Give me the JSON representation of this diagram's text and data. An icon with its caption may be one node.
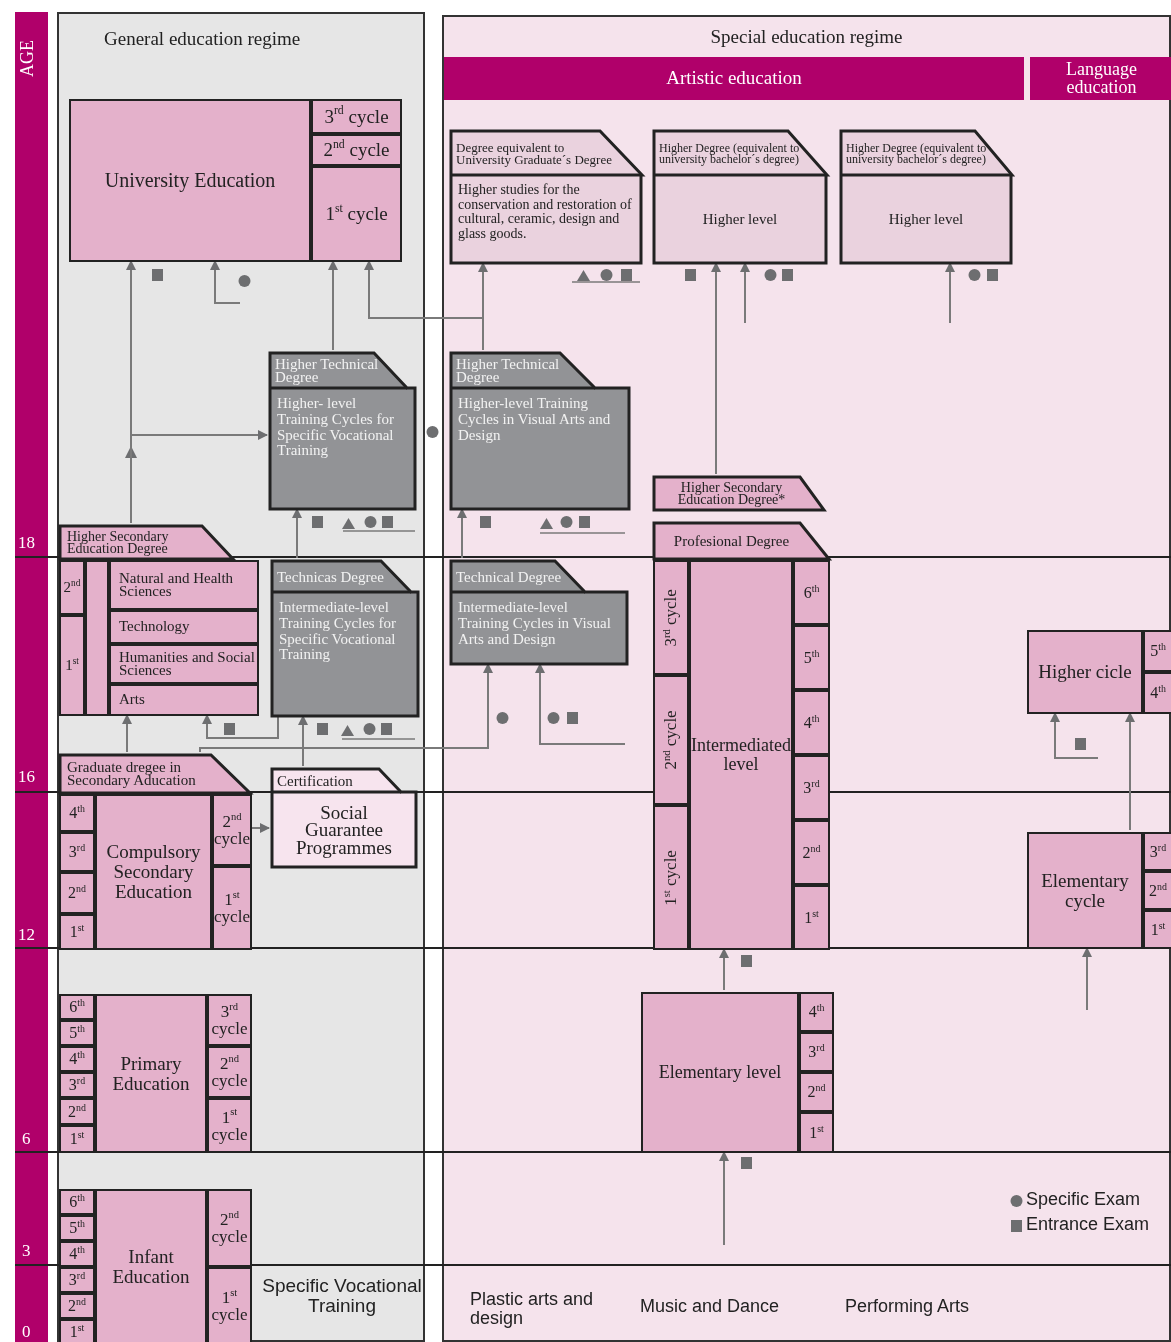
{
  "diagram": {
    "nodes": [
      {
        "text": [
          "General education regime"
        ]
      },
      {
        "text": [
          "Special education regime"
        ]
      },
      {
        "text": [
          "Artistic education"
        ],
        "in": 1
      },
      {
        "text": [
          "Language education"
        ],
        "in": 1
      },
      {
        "text": [
          "University Education"
        ],
        "in": 0
      },
      {
        "text": [
          "3$^{rd}$ cycle"
        ],
        "in": 0
      },
      {
        "text": [
          "2$^{nd}$ cycle"
        ],
        "in": 0
      },
      {
        "text": [
          "1$^{st}$ cycle"
        ],
        "in": 0
      },
      {
        "text": [
          "Higher Technical Degree",
          "Higher- level Training Cycles for Specific Vocational Training"
        ],
        "in": 0
      },
      {
        "text": [
          "Higher Secondary Education Degree"
        ],
        "in": 0
      },
      {
        "text": [
          "2$^{nd}$"
        ],
        "in": 0
      },
      {
        "text": [
          "1$^{st}$"
        ],
        "in": 0
      },
      {
        "text": [],
        "shape": "box",
        "in": 0
      },
      {
        "text": [
          "Natural and Health Sciences"
        ],
        "in": 0
      },
      {
        "text": [
          "Technology"
        ],
        "in": 0
      },
      {
        "text": [
          "Humanities and Social Sciences"
        ],
        "in": 0
      },
      {
        "text": [
          "Arts"
        ],
        "in": 0
      },
      {
        "text": [
          "Technicas Degree",
          "Intermediate-level Training Cycles for Specific Vocational Training"
        ],
        "in": 0
      },
      {
        "text": [
          "Graduate dregee in Secondary Aducation"
        ],
        "in": 0
      },
      {
        "text": [
          "Certification",
          "Social Guarantee Programmes"
        ],
        "in": 0
      },
      {
        "text": [
          "4$^{th}$"
        ],
        "in": 0
      },
      {
        "text": [
          "3$^{rd}$"
        ],
        "in": 0
      },
      {
        "text": [
          "2$^{nd}$"
        ],
        "in": 0
      },
      {
        "text": [
          "1$^{st}$"
        ],
        "in": 0
      },
      {
        "text": [
          "Compulsory Secondary Education"
        ],
        "in": 0
      },
      {
        "text": [
          "2$^{nd}$ cycle"
        ],
        "in": 0
      },
      {
        "text": [
          "1$^{st}$ cycle"
        ],
        "in": 0
      },
      {
        "text": [
          "6$^{th}$"
        ],
        "in": 0
      },
      {
        "text": [
          "5$^{th}$"
        ],
        "in": 0
      },
      {
        "text": [
          "4$^{th}$"
        ],
        "in": 0
      },
      {
        "text": [
          "3$^{rd}$"
        ],
        "in": 0
      },
      {
        "text": [
          "2$^{nd}$"
        ],
        "in": 0
      },
      {
        "text": [
          "1$^{st}$"
        ],
        "in": 0
      },
      {
        "text": [
          "Primary Education"
        ],
        "in": 0
      },
      {
        "text": [
          "3$^{rd}$ cycle"
        ],
        "in": 0
      },
      {
        "text": [
          "2$^{nd}$ cycle"
        ],
        "in": 0
      },
      {
        "text": [
          "1$^{st}$ cycle"
        ],
        "in": 0
      },
      {
        "text": [
          "6$^{th}$"
        ],
        "in": 0
      },
      {
        "text": [
          "5$^{th}$"
        ],
        "in": 0
      },
      {
        "text": [
          "4$^{th}$"
        ],
        "in": 0
      },
      {
        "text": [
          "3$^{rd}$"
        ],
        "in": 0
      },
      {
        "text": [
          "2$^{nd}$"
        ],
        "in": 0
      },
      {
        "text": [
          "1$^{st}$"
        ],
        "in": 0
      },
      {
        "text": [
          "Infant Education"
        ],
        "in": 0
      },
      {
        "text": [
          "2$^{nd}$ cycle"
        ],
        "in": 0
      },
      {
        "text": [
          "1$^{st}$ cycle"
        ],
        "in": 0
      },
      {
        "text": [
          "Degree equivalent to University Graduate´s Degree",
          "Higher studies for the conservation and restoration of cultural, ceramic, design and glass goods."
        ],
        "in": 1
      },
      {
        "text": [
          "Higher Degree (equivalent to university bachelor´s degree)",
          "Higher level"
        ],
        "in": 1
      },
      {
        "text": [
          "Higher Degree (equivalent to university bachelor´s degree)",
          "Higher level"
        ],
        "in": 1
      },
      {
        "text": [
          "Higher Technical Degree",
          "Higher-level Training Cycles in Visual Arts and Design"
        ],
        "in": 1
      },
      {
        "text": [
          "Technical Degree",
          "Intermediate-level Training Cycles in Visual Arts and Design"
        ],
        "in": 1
      },
      {
        "text": [
          "Higher Secondary Education Degree*"
        ],
        "in": 1
      },
      {
        "text": [
          "Profesional Degree"
        ],
        "in": 1
      },
      {
        "text": [
          "3$^{rd}$ cycle"
        ],
        "in": 1
      },
      {
        "text": [
          "2$^{nd}$ cycle"
        ],
        "in": 1
      },
      {
        "text": [
          "1$^{st}$ cycle"
        ],
        "in": 1
      },
      {
        "text": [
          "Intermediated level"
        ],
        "in": 1
      },
      {
        "text": [
          "6$^{th}$"
        ],
        "in": 1
      },
      {
        "text": [
          "5$^{th}$"
        ],
        "in": 1
      },
      {
        "text": [
          "4$^{th}$"
        ],
        "in": 1
      },
      {
        "text": [
          "3$^{rd}$"
        ],
        "in": 1
      },
      {
        "text": [
          "2$^{nd}$"
        ],
        "in": 1
      },
      {
        "text": [
          "1$^{st}$"
        ],
        "in": 1
      },
      {
        "text": [
          "Elementary level"
        ],
        "in": 1
      },
      {
        "text": [
          "4$^{th}$"
        ],
        "in": 1
      },
      {
        "text": [
          "3$^{rd}$"
        ],
        "in": 1
      },
      {
        "text": [
          "2$^{nd}$"
        ],
        "in": 1
      },
      {
        "text": [
          "1$^{st}$"
        ],
        "in": 1
      },
      {
        "text": [
          "Higher cicle"
        ],
        "in": 1
      },
      {
        "text": [
          "5$^{th}$"
        ],
        "in": 1
      },
      {
        "text": [
          "4$^{th}$"
        ],
        "in": 1
      },
      {
        "text": [
          "Elementary cycle"
        ],
        "in": 1
      },
      {
        "text": [
          "3$^{rd}$"
        ],
        "in": 1
      },
      {
        "text": [
          "2$^{nd}$"
        ],
        "in": 1
      },
      {
        "text": [
          "1$^{st}$"
        ],
        "in": 1
      }
    ],
    "edges": [
      {
        "from": 9,
        "to": 4,
        "arrow": "to"
      },
      {
        "from": 9,
        "to": 8,
        "arrow": "to"
      },
      {
        "from": null,
        "to": 4,
        "arrow": "to"
      },
      {
        "from": 8,
        "to": 7,
        "arrow": "to"
      },
      {
        "from": 49,
        "to": 46,
        "arrow": "to"
      },
      {
        "from": 49,
        "to": 7,
        "arrow": "to"
      },
      {
        "from": 51,
        "to": 47,
        "arrow": "to"
      },
      {
        "from": null,
        "to": 47,
        "arrow": "to"
      },
      {
        "from": null,
        "to": 48,
        "arrow": "to"
      },
      {
        "from": 17,
        "to": 8,
        "arrow": "to"
      },
      {
        "from": 50,
        "to": 49,
        "arrow": "to"
      },
      {
        "from": 19,
        "to": 17,
        "arrow": "to"
      },
      {
        "from": 17,
        "to": 16,
        "arrow": "to"
      },
      {
        "from": 18,
        "to": 16,
        "arrow": "to"
      },
      {
        "from": 18,
        "to": 50,
        "arrow": "to"
      },
      {
        "from": null,
        "to": 50,
        "arrow": "to"
      },
      {
        "from": 25,
        "to": 19,
        "arrow": "to"
      },
      {
        "from": 63,
        "to": 56,
        "arrow": "to"
      },
      {
        "from": null,
        "to": 63,
        "arrow": "to"
      },
      {
        "from": null,
        "to": 68,
        "arrow": "to"
      },
      {
        "from": 71,
        "to": 68,
        "arrow": "to"
      },
      {
        "from": null,
        "to": 71,
        "arrow": "to"
      }
    ],
    "labels": [
      "AGE",
      "18",
      "16",
      "12",
      "6",
      "3",
      "0",
      "Specific Vocational Training",
      "Plastic arts and design",
      "Music and Dance",
      "Performing Arts"
    ],
    "legend": [
      {
        "text": "Specific Exam"
      },
      {
        "text": "Entrance Exam"
      }
    ]
  }
}
